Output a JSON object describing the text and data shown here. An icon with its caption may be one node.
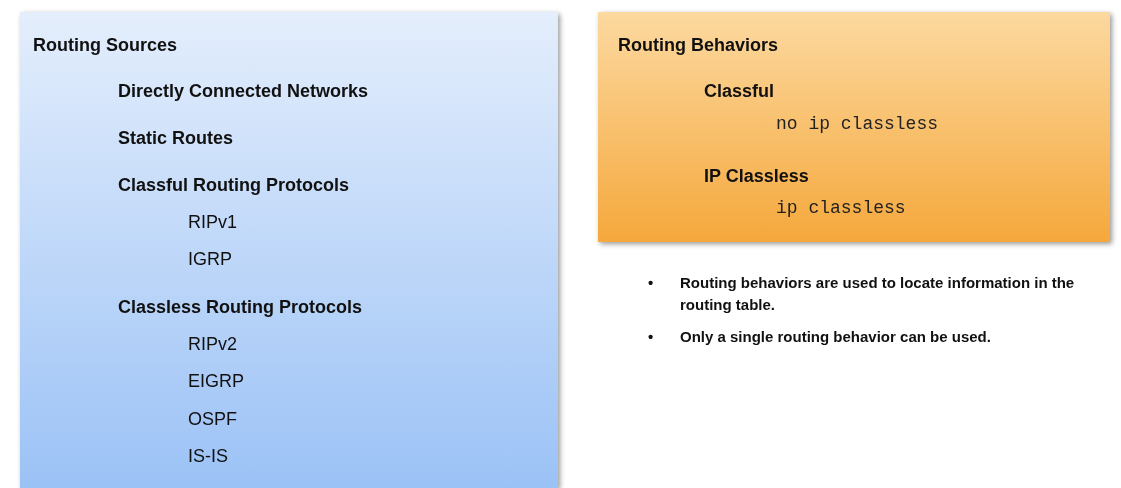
{
  "diagram": {
    "nodes": [
      {
        "text": [
          "Routing Sources",
          "Directly Connected Networks",
          "Static Routes",
          "Classful Routing Protocols",
          "RIPv1",
          "IGRP",
          "Classless Routing Protocols",
          "RIPv2",
          "EIGRP",
          "OSPF",
          "IS-IS"
        ]
      },
      {
        "text": [
          "Routing Behaviors",
          "Classful",
          "no ip classless",
          "IP Classless",
          "ip classless"
        ]
      }
    ],
    "labels": [
      "•",
      "Routing behaviors are used to locate information in the routing table.",
      "•",
      "Only a single routing behavior can be used."
    ]
  }
}
